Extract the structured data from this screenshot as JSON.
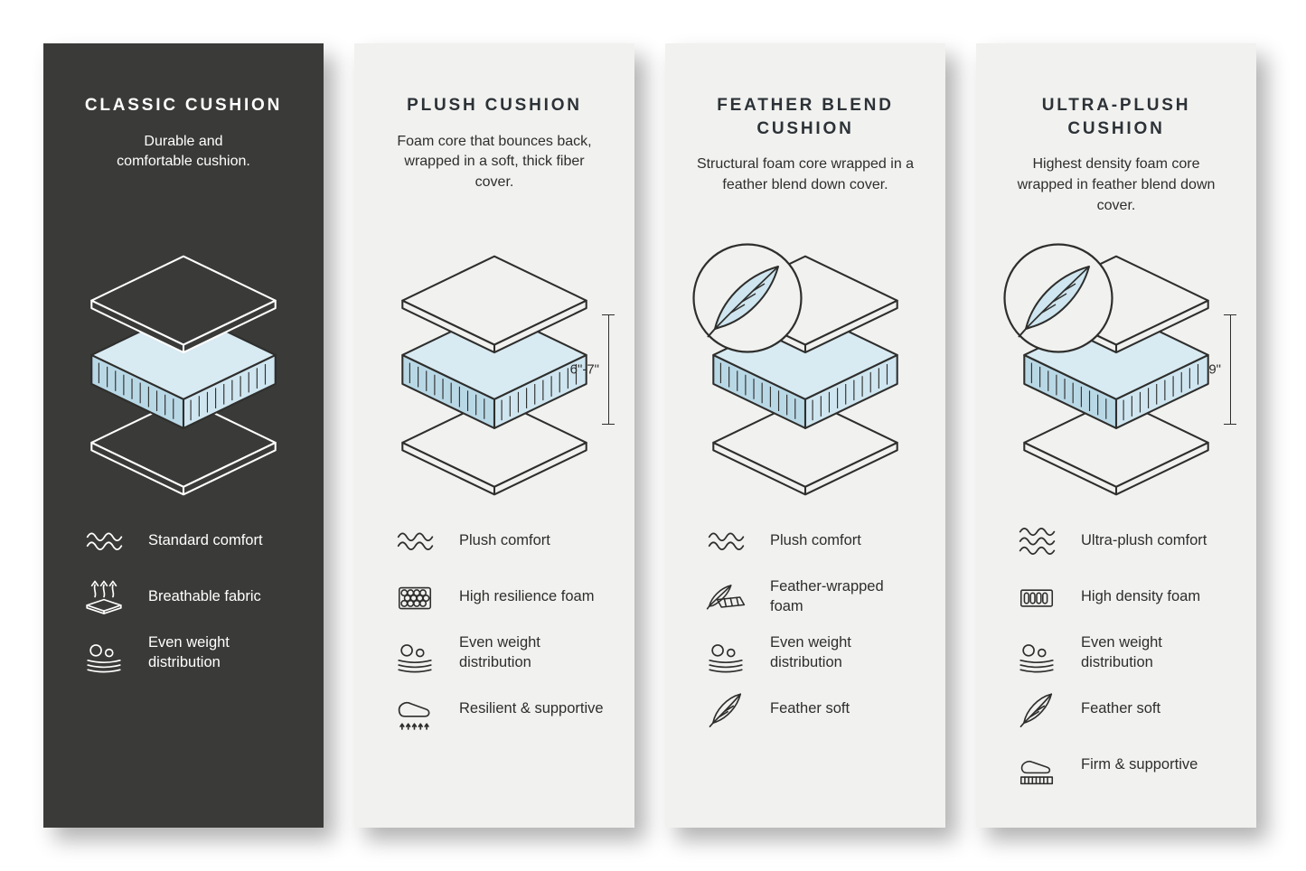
{
  "page": {
    "background": "#ffffff"
  },
  "colors": {
    "panel_dark": "#3a3a38",
    "panel_light": "#f1f1ef",
    "foam_top": "#d8eaf2",
    "foam_side_left": "#b9d8e6",
    "foam_side_right": "#cfe6f0",
    "outline_dark": "#2e2e2c",
    "outline_light": "#ffffff"
  },
  "panels": [
    {
      "id": "classic",
      "theme": "dark",
      "title": "CLASSIC CUSHION",
      "description": "Durable and comfortable cushion.",
      "dimension": "",
      "has_feather_badge": false,
      "features": [
        {
          "icon": "waves-icon",
          "label": "Standard comfort"
        },
        {
          "icon": "breathable-icon",
          "label": "Breathable fabric"
        },
        {
          "icon": "even-weight-icon",
          "label": "Even weight distribution"
        }
      ]
    },
    {
      "id": "plush",
      "theme": "light",
      "title": "PLUSH CUSHION",
      "description": "Foam core that bounces back, wrapped in a soft, thick fiber cover.",
      "dimension": "6\"-7\"",
      "has_feather_badge": false,
      "features": [
        {
          "icon": "waves-icon",
          "label": "Plush comfort"
        },
        {
          "icon": "foam-bubbles-icon",
          "label": "High resilience foam"
        },
        {
          "icon": "even-weight-icon",
          "label": "Even weight distribution"
        },
        {
          "icon": "resilient-icon",
          "label": "Resilient & supportive"
        }
      ]
    },
    {
      "id": "feather-blend",
      "theme": "light",
      "title": "FEATHER BLEND CUSHION",
      "description": "Structural foam core wrapped in a feather blend down cover.",
      "dimension": "",
      "has_feather_badge": true,
      "features": [
        {
          "icon": "waves-icon",
          "label": "Plush comfort"
        },
        {
          "icon": "feather-foam-icon",
          "label": "Feather-wrapped foam"
        },
        {
          "icon": "even-weight-icon",
          "label": "Even weight distribution"
        },
        {
          "icon": "feather-icon",
          "label": "Feather soft"
        }
      ]
    },
    {
      "id": "ultra-plush",
      "theme": "light",
      "title": "ULTRA-PLUSH CUSHION",
      "description": "Highest density foam core wrapped in feather blend down cover.",
      "dimension": "9\"",
      "has_feather_badge": true,
      "features": [
        {
          "icon": "waves-3-icon",
          "label": "Ultra-plush comfort"
        },
        {
          "icon": "foam-density-icon",
          "label": "High density foam"
        },
        {
          "icon": "even-weight-icon",
          "label": "Even weight distribution"
        },
        {
          "icon": "feather-icon",
          "label": "Feather soft"
        },
        {
          "icon": "firm-icon",
          "label": "Firm & supportive"
        }
      ]
    }
  ]
}
